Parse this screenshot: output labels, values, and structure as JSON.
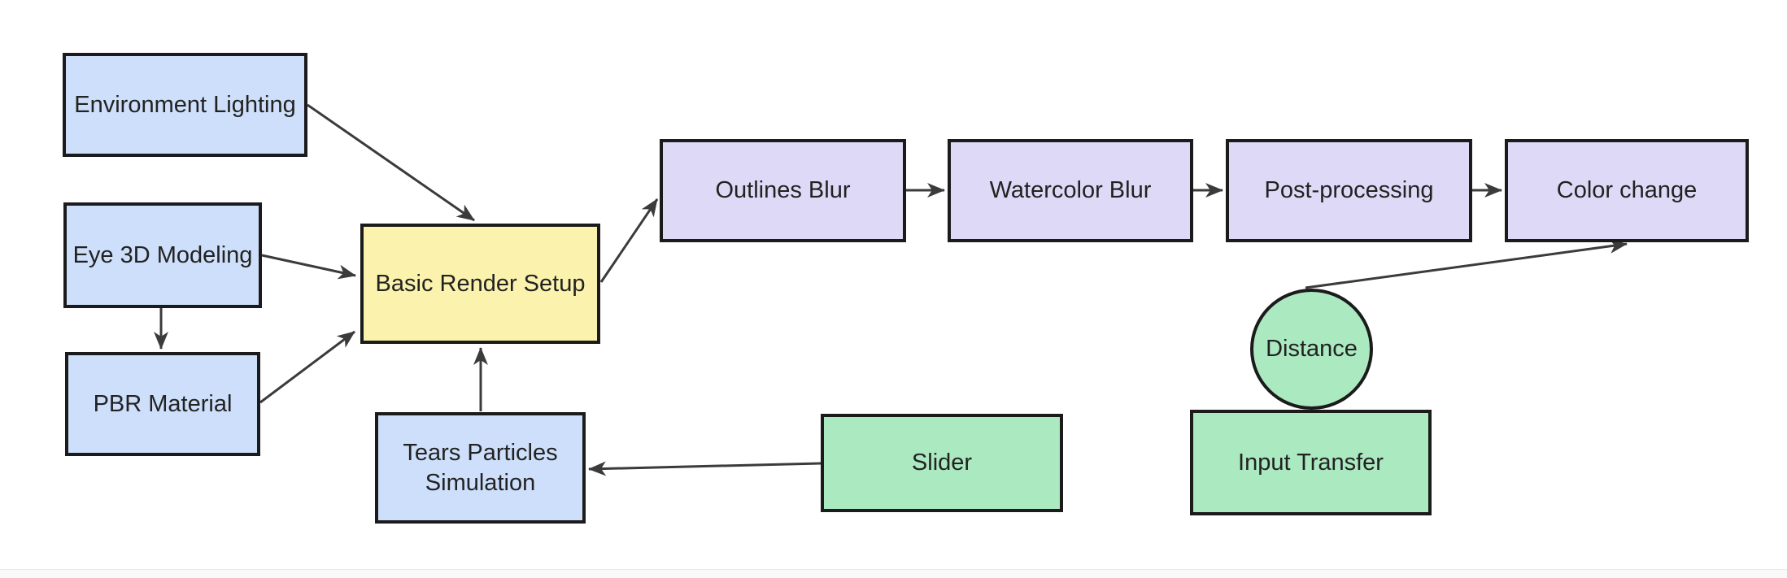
{
  "diagram": {
    "nodes": {
      "environment_lighting": {
        "label": "Environment Lighting",
        "shape": "rect",
        "color": "#cddffa"
      },
      "eye_3d_modeling": {
        "label": "Eye 3D Modeling",
        "shape": "rect",
        "color": "#cddffa"
      },
      "pbr_material": {
        "label": "PBR Material",
        "shape": "rect",
        "color": "#cddffa"
      },
      "basic_render_setup": {
        "label": "Basic Render Setup",
        "shape": "rect",
        "color": "#fbf3ad"
      },
      "tears_particles_simulation": {
        "label": "Tears Particles Simulation",
        "shape": "rect",
        "color": "#cddffa"
      },
      "outlines_blur": {
        "label": "Outlines Blur",
        "shape": "rect",
        "color": "#ded9f6"
      },
      "watercolor_blur": {
        "label": "Watercolor Blur",
        "shape": "rect",
        "color": "#ded9f6"
      },
      "post_processing": {
        "label": "Post-processing",
        "shape": "rect",
        "color": "#ded9f6"
      },
      "color_change": {
        "label": "Color change",
        "shape": "rect",
        "color": "#ded9f6"
      },
      "slider": {
        "label": "Slider",
        "shape": "rect",
        "color": "#abe9c1"
      },
      "distance": {
        "label": "Distance",
        "shape": "circle",
        "color": "#abe9c1"
      },
      "input_transfer": {
        "label": "Input Transfer",
        "shape": "rect",
        "color": "#abe9c1"
      }
    },
    "edges": [
      {
        "from": "environment_lighting",
        "to": "basic_render_setup"
      },
      {
        "from": "eye_3d_modeling",
        "to": "basic_render_setup"
      },
      {
        "from": "eye_3d_modeling",
        "to": "pbr_material"
      },
      {
        "from": "pbr_material",
        "to": "basic_render_setup"
      },
      {
        "from": "tears_particles_simulation",
        "to": "basic_render_setup"
      },
      {
        "from": "slider",
        "to": "tears_particles_simulation"
      },
      {
        "from": "basic_render_setup",
        "to": "outlines_blur"
      },
      {
        "from": "outlines_blur",
        "to": "watercolor_blur"
      },
      {
        "from": "watercolor_blur",
        "to": "post_processing"
      },
      {
        "from": "post_processing",
        "to": "color_change"
      },
      {
        "from": "distance",
        "to": "color_change"
      }
    ],
    "colors": {
      "blue": "#cddffa",
      "yellow": "#fbf3ad",
      "purple": "#ded9f6",
      "green": "#abe9c1",
      "node_border": "#1b1b1b",
      "edge": "#3b3b3b",
      "text": "#222222",
      "background": "#ffffff"
    }
  }
}
